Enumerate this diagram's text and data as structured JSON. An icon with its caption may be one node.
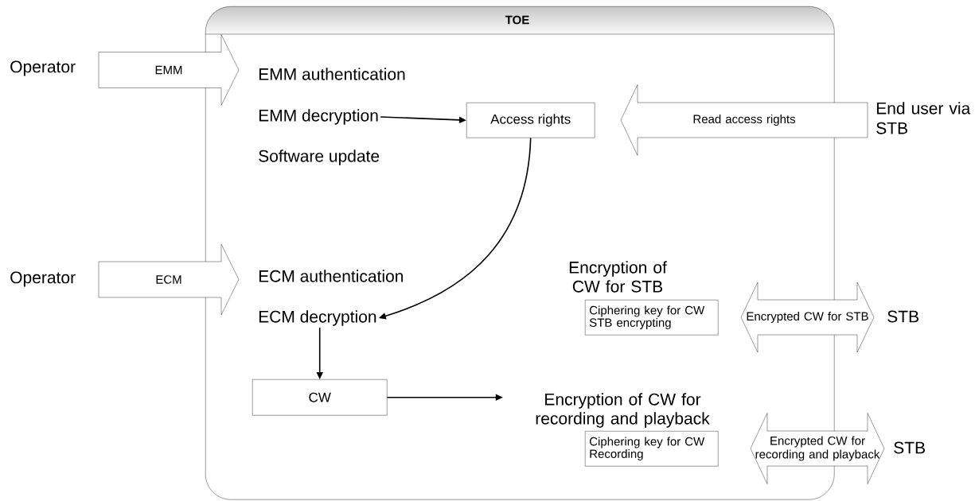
{
  "diagram": {
    "nodes": [
      {
        "text": [
          "TOE"
        ]
      },
      {
        "text": [
          "Operator"
        ]
      },
      {
        "text": [
          "EMM authentication"
        ],
        "in": 0
      },
      {
        "text": [
          "EMM decryption"
        ],
        "in": 0
      },
      {
        "text": [
          "Access rights"
        ],
        "in": 0
      },
      {
        "text": [
          "End user via STB"
        ]
      },
      {
        "text": [
          "Operator"
        ]
      },
      {
        "text": [
          "ECM authentication"
        ],
        "in": 0
      },
      {
        "text": [
          "ECM decryption"
        ],
        "in": 0
      },
      {
        "text": [
          "CW"
        ],
        "in": 0
      },
      {
        "text": [
          "Encryption of CW for STB",
          "Ciphering key for CW STB encrypting"
        ],
        "in": 0
      },
      {
        "text": [
          "STB"
        ]
      },
      {
        "text": [
          "Encryption of CW for recording and playback",
          "Ciphering key for CW Recording"
        ],
        "in": 0
      },
      {
        "text": [
          "STB"
        ]
      }
    ],
    "edges": [
      {
        "from": 1,
        "to": 2,
        "arrow": "to",
        "label": "EMM"
      },
      {
        "from": 3,
        "to": 4,
        "arrow": "to"
      },
      {
        "from": 5,
        "to": 4,
        "arrow": "to",
        "label": "Read access rights"
      },
      {
        "from": 4,
        "to": 8,
        "arrow": "to"
      },
      {
        "from": 6,
        "to": 7,
        "arrow": "to",
        "label": "ECM"
      },
      {
        "from": 8,
        "to": 9,
        "arrow": "to"
      },
      {
        "from": 9,
        "to": 12,
        "arrow": "to"
      },
      {
        "from": 10,
        "to": 11,
        "arrow": "both",
        "label": "Encrypted CW for STB"
      },
      {
        "from": 12,
        "to": 13,
        "arrow": "both",
        "label": "Encrypted CW for recording and playback"
      }
    ],
    "labels": [
      "Software update"
    ]
  }
}
